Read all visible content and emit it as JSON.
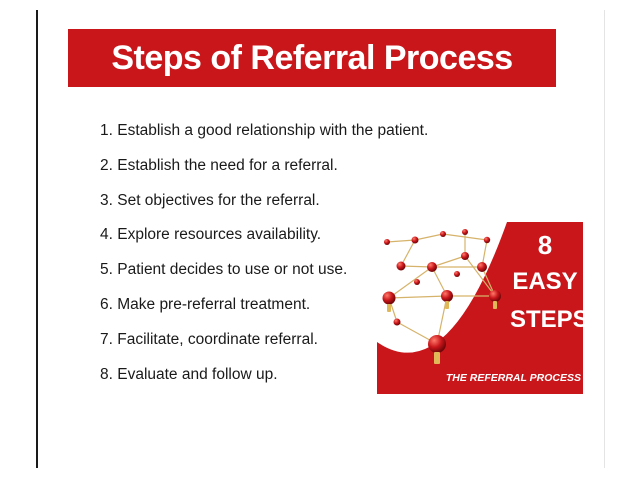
{
  "slide": {
    "title": "Steps of Referral Process",
    "steps": [
      "1. Establish a good relationship with the patient.",
      "2. Establish the need for a referral.",
      "3. Set objectives for the referral.",
      "4. Explore resources availability.",
      "5. Patient decides to use or not use.",
      "6. Make pre-referral treatment.",
      "7. Facilitate, coordinate referral.",
      "8. Evaluate and follow up."
    ]
  },
  "promo": {
    "number": "8",
    "line1": "EASY",
    "line2": "STEPS",
    "caption": "THE REFERRAL PROCESS"
  },
  "colors": {
    "accent_red": "#c9161b",
    "text": "#1a1a1a",
    "background": "#ffffff"
  }
}
